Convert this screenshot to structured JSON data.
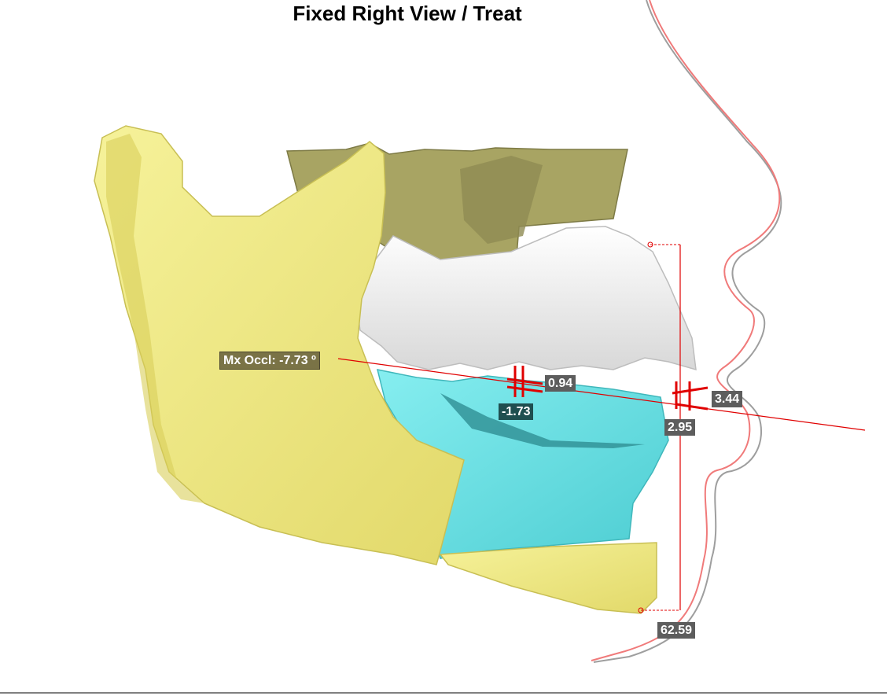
{
  "view_title": "Fixed Right View / Treat",
  "measurements": {
    "mx_occlusal": "Mx Occl: -7.73 º",
    "molar_vertical": "0.94",
    "molar_horizontal": "-1.73",
    "incisor_vertical": "3.44",
    "incisor_horizontal": "2.95",
    "anterior_face_height": "62.59"
  },
  "colors": {
    "mandible": "#f0ea82",
    "maxilla_bone": "#a8a463",
    "upper_teeth": "#eeeeee",
    "lower_teeth": "#6fe3e6",
    "measure_red": "#e00000",
    "soft_tissue_pre": "#9e9e9e",
    "soft_tissue_post": "#f07a7a"
  }
}
